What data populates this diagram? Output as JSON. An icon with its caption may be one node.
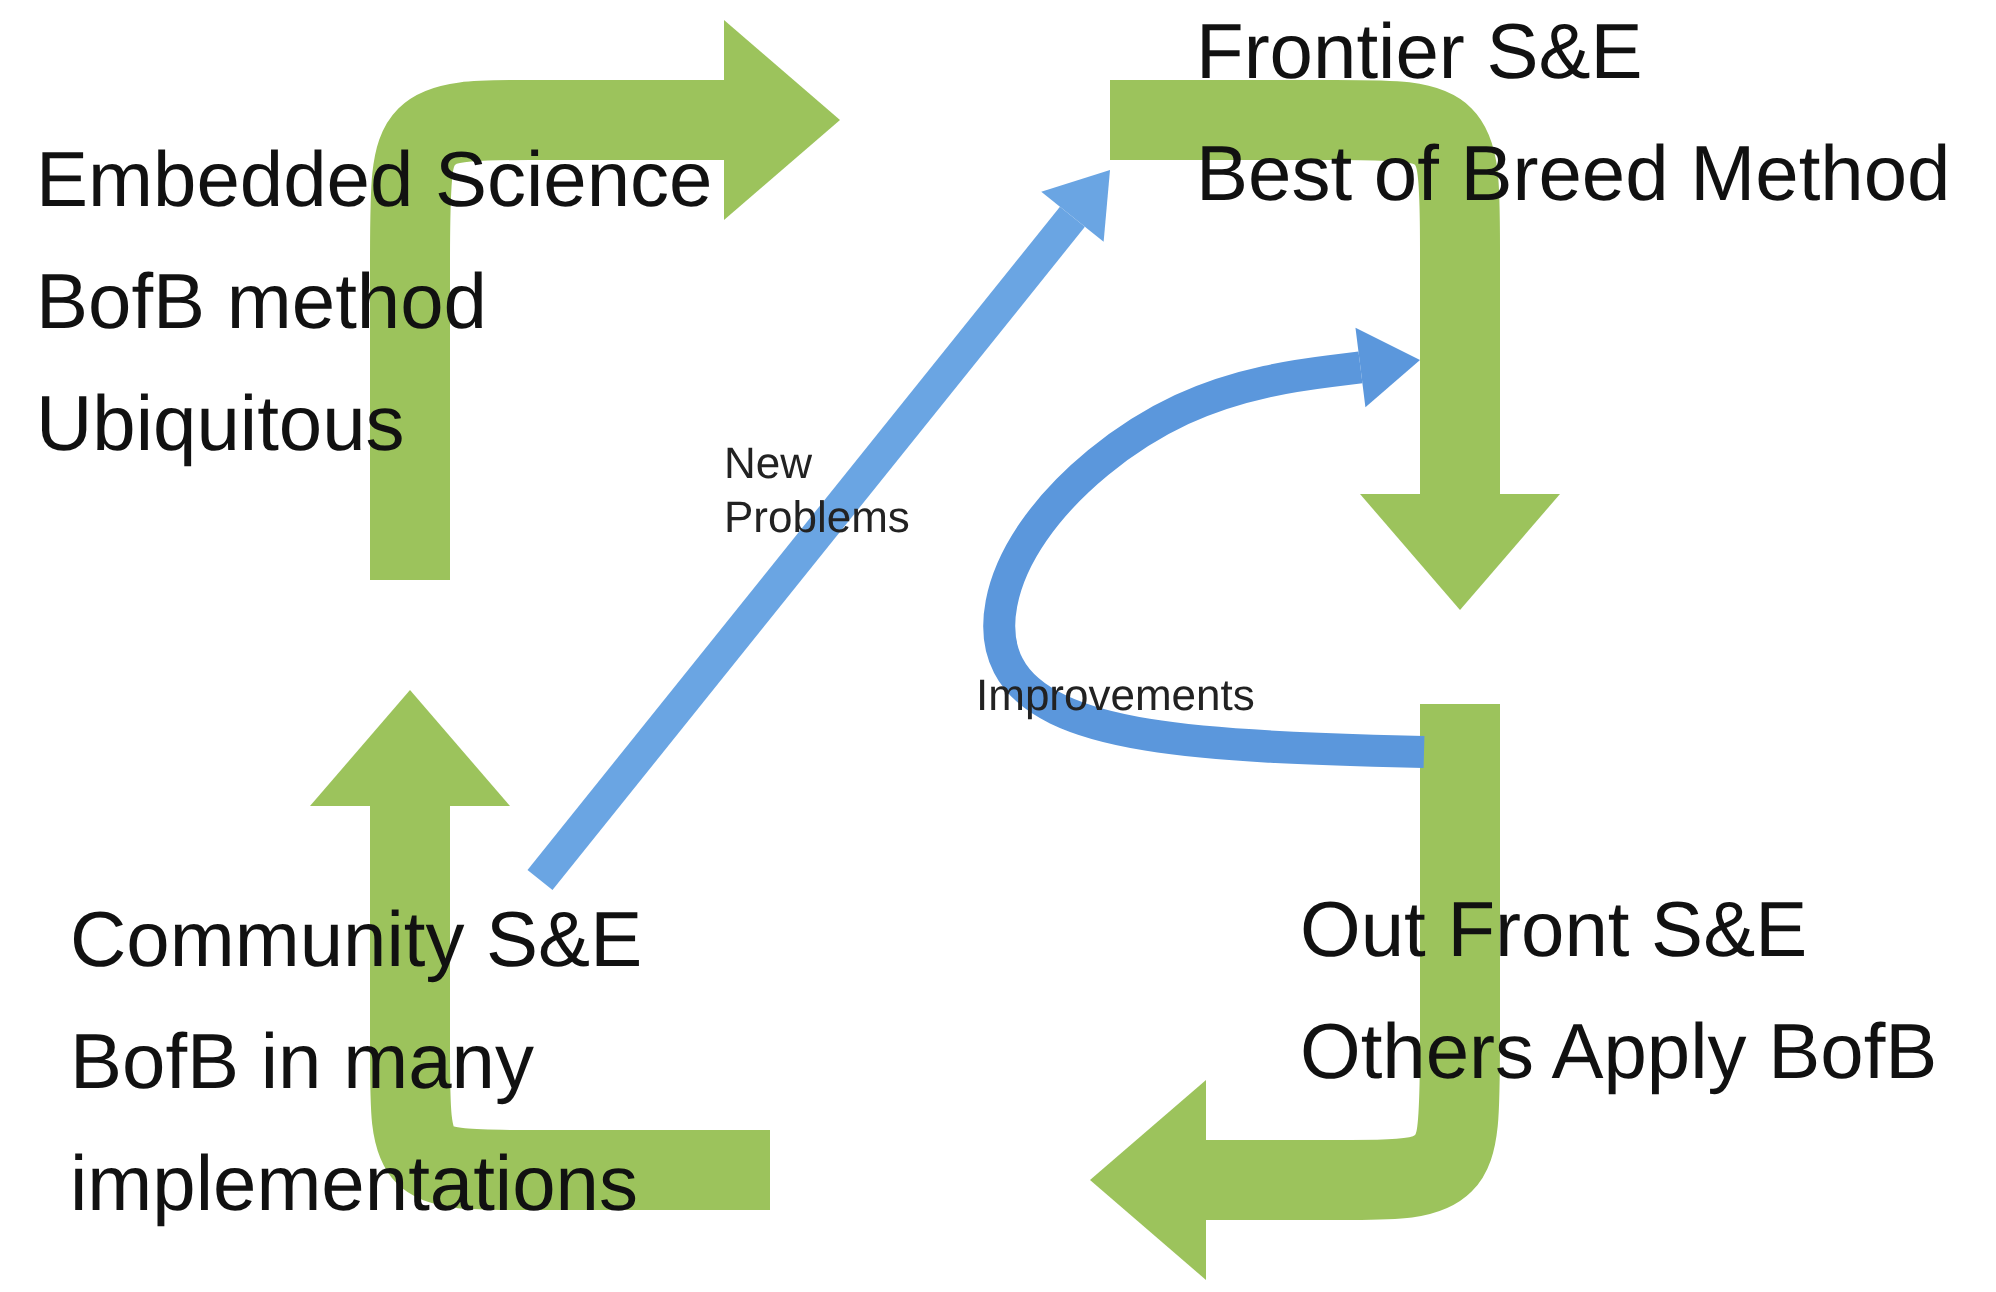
{
  "diagram": {
    "nodes": [
      {
        "text": [
          "Embedded Science",
          "BofB method",
          "Ubiquitous"
        ]
      },
      {
        "text": [
          "Frontier S&E",
          "Best of Breed Method"
        ]
      },
      {
        "text": [
          "Out Front S&E",
          "Others Apply BofB"
        ]
      },
      {
        "text": [
          "Community S&E",
          "BofB in many",
          "implementations"
        ]
      }
    ],
    "edges": [
      {
        "from": 3,
        "to": 1,
        "arrow": "to",
        "label": "New Problems",
        "color": "#6aa5e3"
      },
      {
        "from": 2,
        "to": 1,
        "arrow": "to",
        "label": "Improvements",
        "color": "#5b97dc"
      }
    ]
  }
}
